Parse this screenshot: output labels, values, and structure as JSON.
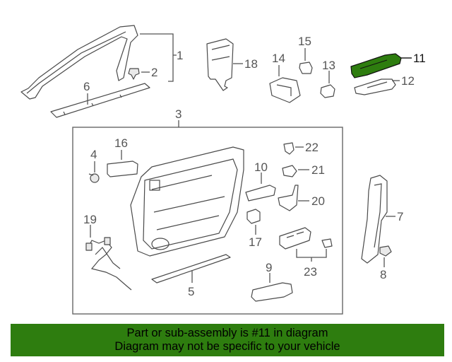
{
  "callouts": [
    "1",
    "2",
    "3",
    "4",
    "5",
    "6",
    "7",
    "8",
    "9",
    "10",
    "11",
    "12",
    "13",
    "14",
    "15",
    "16",
    "17",
    "18",
    "19",
    "20",
    "21",
    "22",
    "23"
  ],
  "highlight_part": "11",
  "highlight_color": "#2e7d0f",
  "banner": {
    "line1": "Part or sub-assembly is #11 in diagram",
    "line2": "Diagram may not be specific to your vehicle",
    "background": "#2e7d0f"
  }
}
